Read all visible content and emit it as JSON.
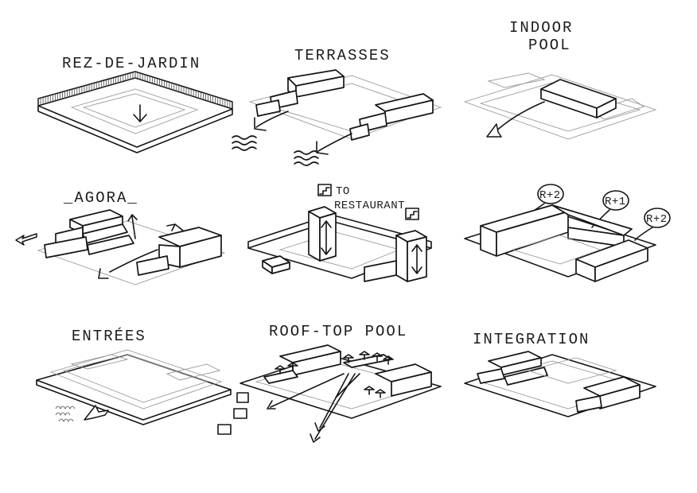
{
  "panels": [
    {
      "id": "rez-de-jardin",
      "label": "REZ-DE-JARDIN"
    },
    {
      "id": "terrasses",
      "label": "TERRASSES"
    },
    {
      "id": "indoor-pool",
      "label_lines": [
        "INDOOR",
        "POOL"
      ]
    },
    {
      "id": "agora",
      "label": "_AGORA_"
    },
    {
      "id": "to-restaurant",
      "label_lines": [
        "TO",
        "RESTAURANT"
      ]
    },
    {
      "id": "heights",
      "tags": [
        "R+2",
        "R+1",
        "R+2"
      ]
    },
    {
      "id": "entrees",
      "label": "ENTRÉES"
    },
    {
      "id": "roof-top-pool",
      "label": "ROOF-TOP POOL"
    },
    {
      "id": "integration",
      "label": "INTEGRATION"
    }
  ],
  "colors": {
    "ink": "#151515",
    "ghost": "#9a9a9a",
    "paper": "#ffffff"
  }
}
